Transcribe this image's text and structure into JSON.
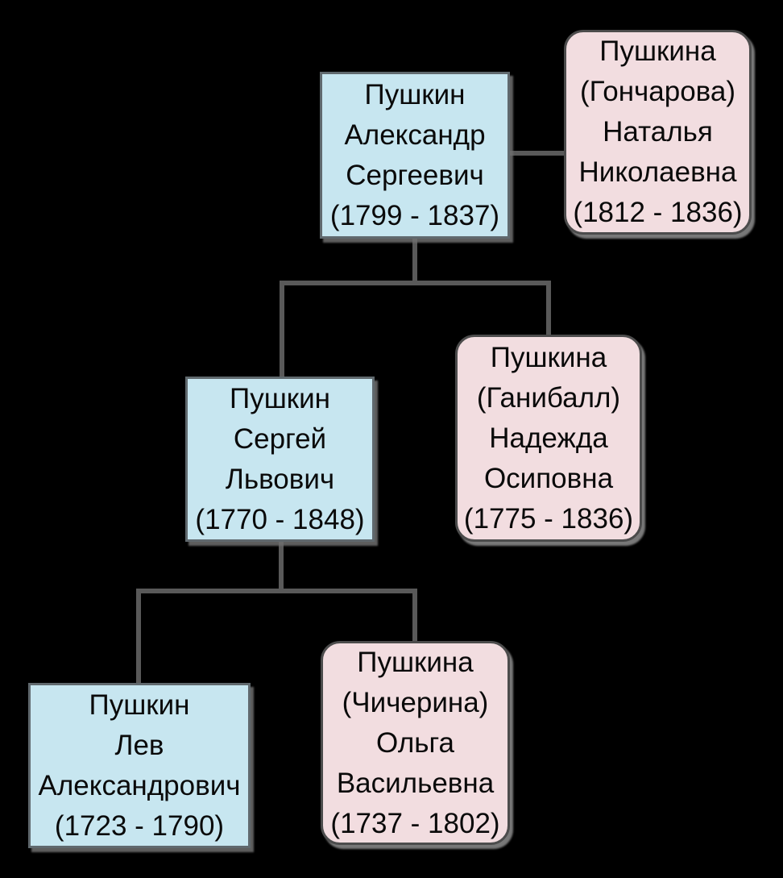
{
  "colors": {
    "background": "#000000",
    "male_fill": "#c7e6f0",
    "male_border": "#60696e",
    "female_fill": "#f2dde0",
    "female_border": "#4c4c4c",
    "connector": "#595959",
    "text": "#0a0a0a"
  },
  "diagram_type": "family-tree",
  "nodes": [
    {
      "id": "alexander",
      "style": "male",
      "lines": [
        "Пушкин",
        "Александр",
        "Сергеевич",
        "(1799 - 1837)"
      ]
    },
    {
      "id": "natalia",
      "style": "female",
      "lines": [
        "Пушкина",
        "(Гончарова)",
        "Наталья",
        "Николаевна",
        "(1812 - 1836)"
      ]
    },
    {
      "id": "sergei",
      "style": "male",
      "lines": [
        "Пушкин",
        "Сергей",
        "Львович",
        "(1770 - 1848)"
      ]
    },
    {
      "id": "nadezhda",
      "style": "female",
      "lines": [
        "Пушкина",
        "(Ганибалл)",
        "Надежда",
        "Осиповна",
        "(1775 - 1836)"
      ]
    },
    {
      "id": "lev",
      "style": "male",
      "lines": [
        "Пушкин",
        "Лев",
        "Александрович",
        "(1723 - 1790)"
      ]
    },
    {
      "id": "olga",
      "style": "female",
      "lines": [
        "Пушкина",
        "(Чичерина)",
        "Ольга",
        "Васильевна",
        "(1737 - 1802)"
      ]
    }
  ],
  "edges": [
    {
      "type": "spouse",
      "from": "alexander",
      "to": "natalia"
    },
    {
      "type": "parents",
      "child": "alexander",
      "parents": [
        "sergei",
        "nadezhda"
      ]
    },
    {
      "type": "parents",
      "child": "sergei",
      "parents": [
        "lev",
        "olga"
      ]
    }
  ]
}
